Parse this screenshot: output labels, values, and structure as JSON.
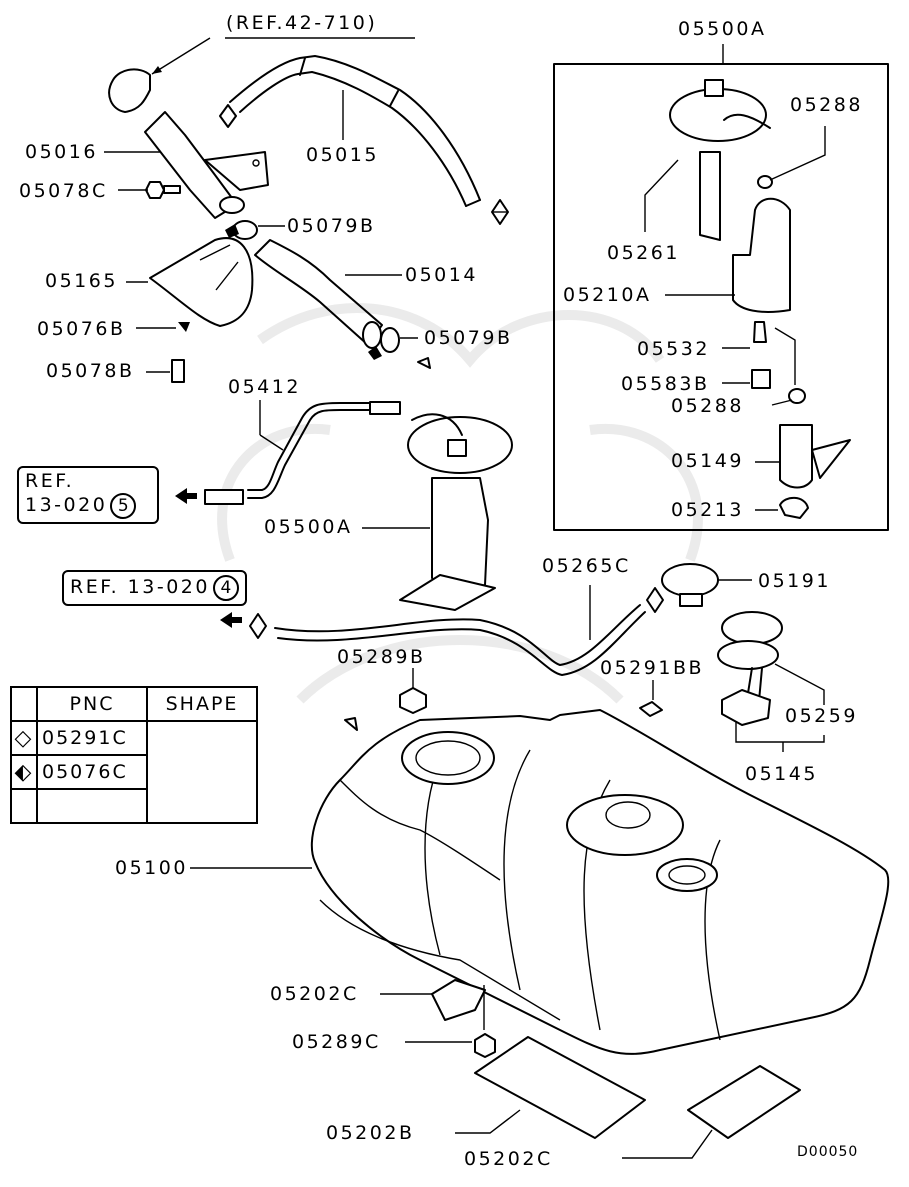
{
  "diagram": {
    "title_ref": "(REF.42-710)",
    "drawing_code": "D00050",
    "part_labels": {
      "p05016": "05016",
      "p05015": "05015",
      "p05078C": "05078C",
      "p05079B_upper": "05079B",
      "p05014": "05014",
      "p05165": "05165",
      "p05076B": "05076B",
      "p05079B_lower": "05079B",
      "p05078B": "05078B",
      "p05412": "05412",
      "p05500A_main": "05500A",
      "p05265C": "05265C",
      "p05191": "05191",
      "p05289B": "05289B",
      "p05291BB": "05291BB",
      "p05259": "05259",
      "p05145": "05145",
      "p05100": "05100",
      "p05202C_upper": "05202C",
      "p05289C": "05289C",
      "p05202B": "05202B",
      "p05202C_lower": "05202C"
    },
    "inset": {
      "title": "05500A",
      "labels": {
        "p05288_top": "05288",
        "p05261": "05261",
        "p05210A": "05210A",
        "p05532": "05532",
        "p05583B": "05583B",
        "p05288_bottom": "05288",
        "p05149": "05149",
        "p05213": "05213"
      }
    },
    "references": [
      {
        "line1": "REF.",
        "line2": "13-020",
        "circled": "5"
      },
      {
        "line1": "REF. 13-020",
        "circled": "4"
      }
    ],
    "legend_table": {
      "headers": [
        "",
        "PNC",
        "SHAPE"
      ],
      "rows": [
        {
          "symbol": "◇",
          "pnc": "05291C"
        },
        {
          "symbol": "⬖",
          "pnc": "05076C"
        },
        {
          "symbol": "",
          "pnc": ""
        }
      ],
      "shape_icon": "hose-clamp-icon"
    }
  }
}
